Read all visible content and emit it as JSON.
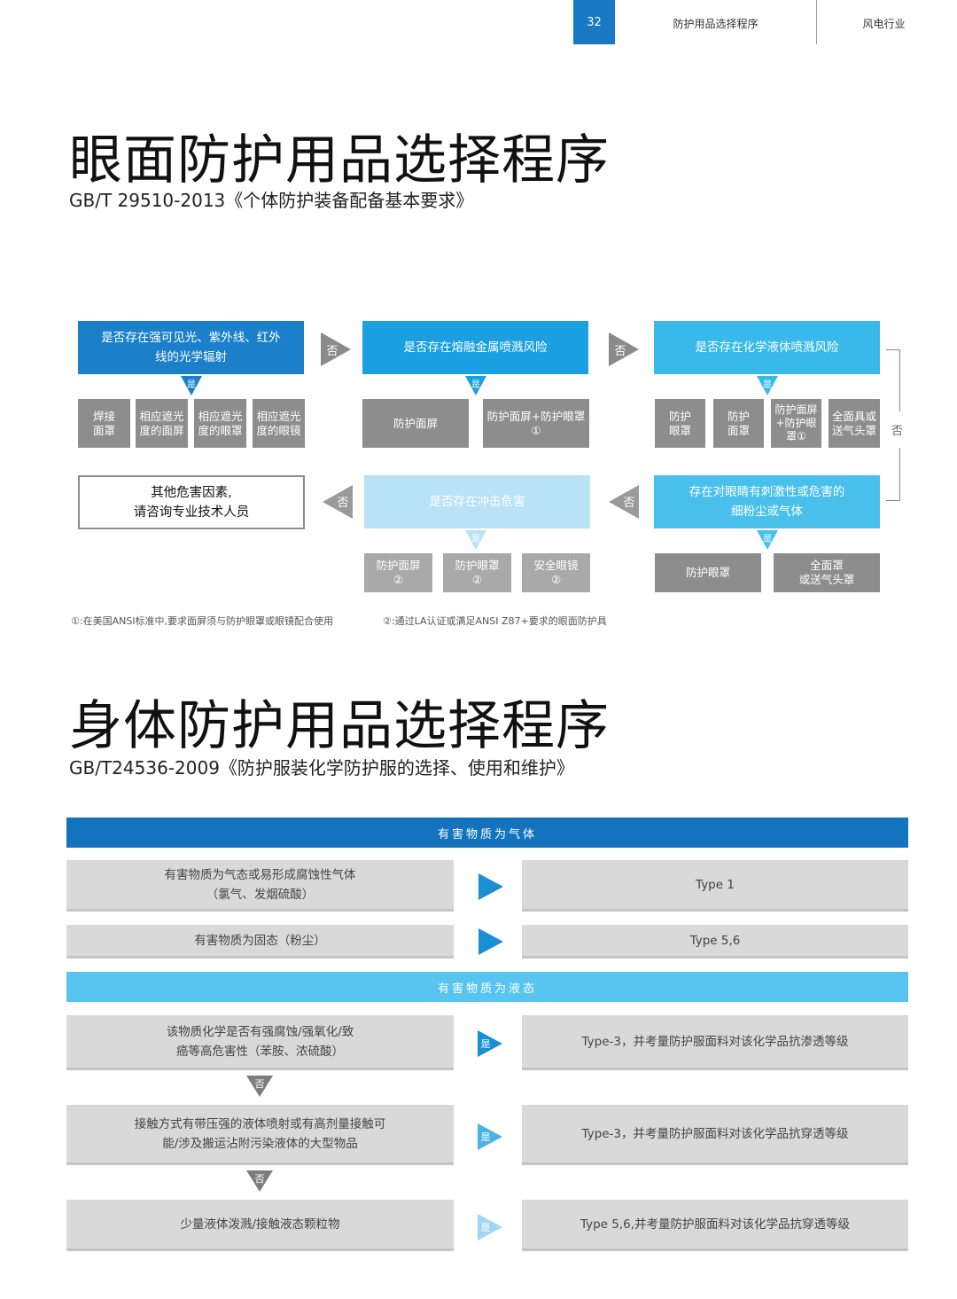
{
  "header": {
    "page_number": "32",
    "section": "防护用品选择程序",
    "industry": "风电行业"
  },
  "eye": {
    "title": "眼面防护用品选择程序",
    "standard": "GB/T 29510-2013《个体防护装备配备基本要求》",
    "yes": "是",
    "no": "否",
    "q1": {
      "line1": "是否存在强可见光、紫外线、红外",
      "line2": "线的光学辐射"
    },
    "q2": "是否存在熔融金属喷溅风险",
    "q3": "是否存在化学液体喷溅风险",
    "q4": {
      "line1": "存在对眼睛有刺激性或危害的",
      "line2": "细粉尘或气体"
    },
    "q5": "是否存在冲击危害",
    "other": {
      "line1": "其他危害因素,",
      "line2": "请咨询专业技术人员"
    },
    "q1_opts": [
      {
        "l1": "焊接",
        "l2": "面罩"
      },
      {
        "l1": "相应遮光",
        "l2": "度的面屏"
      },
      {
        "l1": "相应遮光",
        "l2": "度的眼罩"
      },
      {
        "l1": "相应遮光",
        "l2": "度的眼镜"
      }
    ],
    "q2_opts": [
      {
        "l1": "防护面屏",
        "l2": ""
      },
      {
        "l1": "防护面屏+防护眼罩",
        "l2": "①"
      }
    ],
    "q3_opts": [
      {
        "l1": "防护",
        "l2": "眼罩",
        "l3": ""
      },
      {
        "l1": "防护",
        "l2": "面罩",
        "l3": ""
      },
      {
        "l1": "防护面屏",
        "l2": "+防护眼",
        "l3": "罩①"
      },
      {
        "l1": "全面具或",
        "l2": "送气头罩",
        "l3": ""
      }
    ],
    "q4_opts": [
      {
        "l1": "防护眼罩",
        "l2": ""
      },
      {
        "l1": "全面罩",
        "l2": "或送气头罩"
      }
    ],
    "q5_opts": [
      {
        "l1": "防护面屏",
        "l2": "②"
      },
      {
        "l1": "防护眼罩",
        "l2": "②"
      },
      {
        "l1": "安全眼镜",
        "l2": "②"
      }
    ],
    "note1": "①:在美国ANSI标准中,要求面屏须与防护眼罩或眼镜配合使用",
    "note2": "②:通过LA认证或满足ANSI Z87+要求的眼面防护具"
  },
  "body": {
    "title": "身体防护用品选择程序",
    "standard": "GB/T24536-2009《防护服装化学防护服的选择、使用和维护》",
    "gas_header": "有害物质为气体",
    "gas_rows": [
      {
        "cond_l1": "有害物质为气态或易形成腐蚀性气体",
        "cond_l2": "（氯气、发烟硫酸）",
        "result": "Type 1"
      },
      {
        "cond_l1": "有害物质为固态（粉尘）",
        "cond_l2": "",
        "result": "Type 5,6"
      }
    ],
    "liquid_header": "有害物质为液态",
    "liquid_rows": [
      {
        "cond_l1": "该物质化学是否有强腐蚀/强氧化/致",
        "cond_l2": "癌等高危害性（苯胺、浓硫酸）",
        "yes": "是",
        "result": "Type-3，并考量防护服面料对该化学品抗渗透等级"
      },
      {
        "cond_l1": "接触方式有带压强的液体喷射或有高剂量接触可",
        "cond_l2": "能/涉及搬运沾附污染液体的大型物品",
        "yes": "是",
        "result": "Type-3，并考量防护服面料对该化学品抗穿透等级"
      },
      {
        "cond_l1": "少量液体泼溅/接触液态颗粒物",
        "cond_l2": "",
        "yes": "是",
        "result": "Type 5,6,并考量防护服面料对该化学品抗穿透等级"
      }
    ],
    "no": "否"
  },
  "colors": {
    "brand_blue": "#1979c4",
    "mid_blue": "#1aa0e0",
    "light_blue": "#57c5ef",
    "gray": "#8d8d8d",
    "cell_gray": "#d9d9d9"
  }
}
